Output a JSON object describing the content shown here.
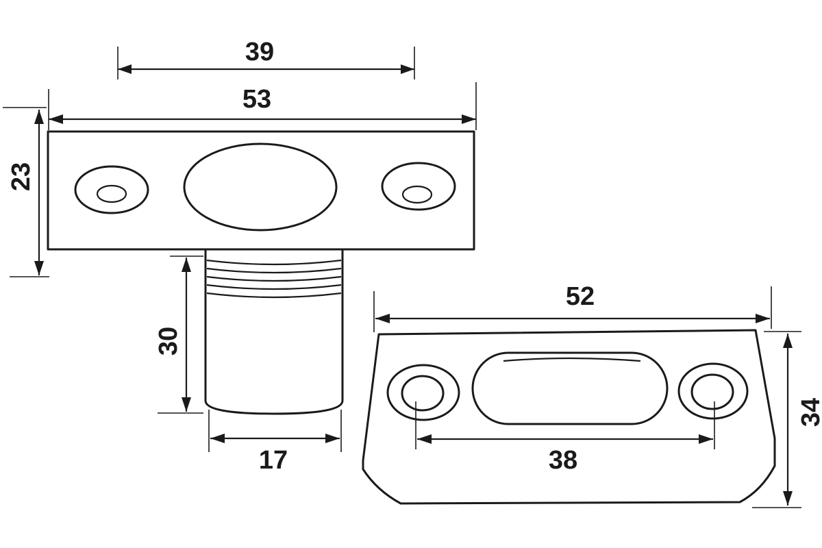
{
  "diagram": {
    "bolt_plate": {
      "total_width_label": "53",
      "hole_spacing_label": "39",
      "height_label": "23"
    },
    "bolt_cylinder": {
      "length_label": "30",
      "diameter_label": "17"
    },
    "strike_plate": {
      "width_label": "52",
      "hole_spacing_label": "38",
      "height_label": "34"
    },
    "colors": {
      "line": "#1a1a1a",
      "background": "#ffffff"
    }
  }
}
